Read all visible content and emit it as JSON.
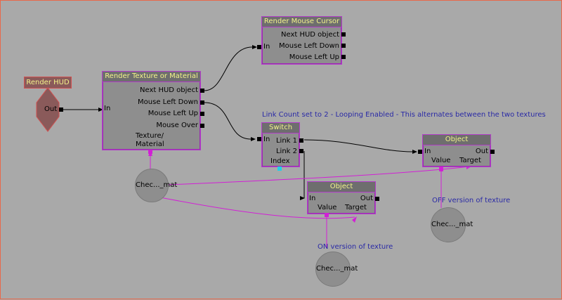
{
  "render_hud": {
    "title": "Render HUD",
    "out_label": "Out"
  },
  "render_texture": {
    "title": "Render Texture or Material",
    "in_label": "In",
    "outputs": [
      "Next HUD object",
      "Mouse Left Down",
      "Mouse Left Up",
      "Mouse Over"
    ],
    "var_label_1": "Texture/",
    "var_label_2": "Material"
  },
  "render_cursor": {
    "title": "Render Mouse Cursor",
    "in_label": "In",
    "outputs": [
      "Next HUD object",
      "Mouse Left Down",
      "Mouse Left Up"
    ]
  },
  "switch": {
    "title": "Switch",
    "in_label": "In",
    "outputs": [
      "Link 1",
      "Link 2"
    ],
    "index_label": "Index"
  },
  "object_on": {
    "title": "Object",
    "in_label": "In",
    "out_label": "Out",
    "value_label": "Value",
    "target_label": "Target"
  },
  "object_off": {
    "title": "Object",
    "in_label": "In",
    "out_label": "Out",
    "value_label": "Value",
    "target_label": "Target"
  },
  "variables": {
    "mat_main": "Chec..._mat",
    "mat_on": "Chec..._mat",
    "mat_off": "Chec..._mat"
  },
  "comments": {
    "switch_comment": "Link Count set to 2 - Looping Enabled - This alternates between the two textures",
    "on_comment": "ON version of texture",
    "off_comment": "OFF version of texture"
  },
  "colors": {
    "background": "#a9a9a9",
    "node_body": "#8e8e8e",
    "node_border": "#b23cc9",
    "title_text": "#f3f38a",
    "variable_link": "#d21fd6",
    "comment_text": "#2a2aa6",
    "hud_event_fill": "#8a5a5a",
    "hud_event_border": "#d05050"
  }
}
